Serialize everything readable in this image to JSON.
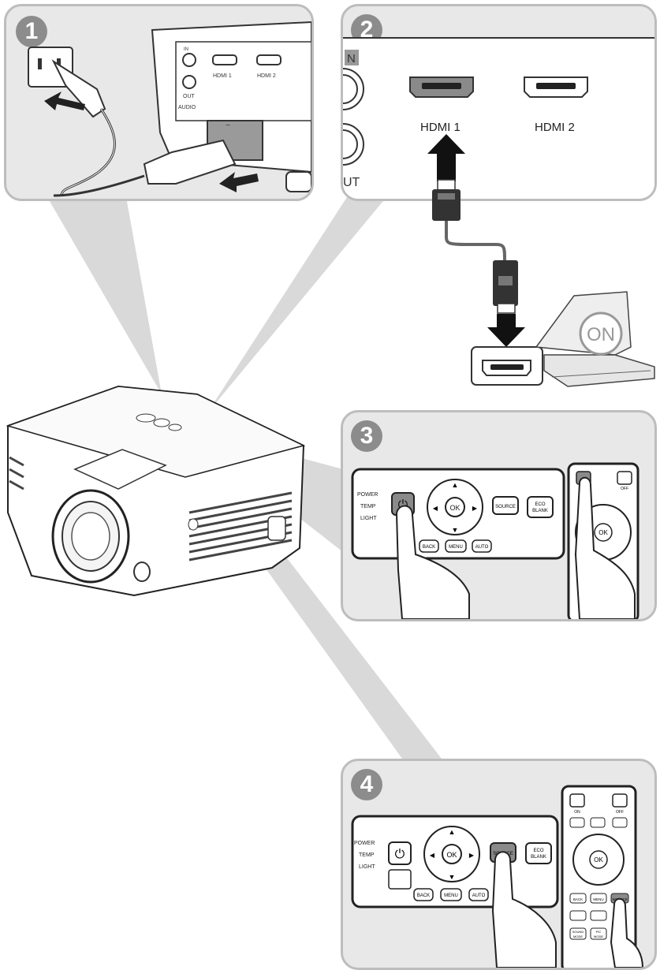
{
  "steps": {
    "step1": {
      "number": "1"
    },
    "step2": {
      "number": "2"
    },
    "step3": {
      "number": "3"
    },
    "step4": {
      "number": "4"
    }
  },
  "step1": {
    "port_hdmi1": "HDMI 1",
    "port_hdmi2": "HDMI 2",
    "out": "OUT",
    "audio": "AUDIO",
    "in": "IN",
    "tilde": "~"
  },
  "step2": {
    "hdmi1": "HDMI 1",
    "hdmi2": "HDMI 2",
    "out_partial": "UT",
    "in_partial": "N",
    "laptop_status": "ON"
  },
  "control_panel": {
    "indicators": [
      "POWER",
      "TEMP",
      "LIGHT"
    ],
    "ok": "OK",
    "source": "SOURCE",
    "eco_line1": "ECO",
    "eco_line2": "BLANK",
    "back": "BACK",
    "menu": "MENU",
    "auto": "AUTO"
  },
  "remote": {
    "on": "ON",
    "off": "OFF",
    "ok": "OK",
    "back": "BACK",
    "menu": "MENU",
    "source": "SOURCE",
    "sound_mode_1": "SOUND",
    "sound_mode_2": "MODE",
    "pic_mode_1": "PIC",
    "pic_mode_2": "MODE"
  }
}
